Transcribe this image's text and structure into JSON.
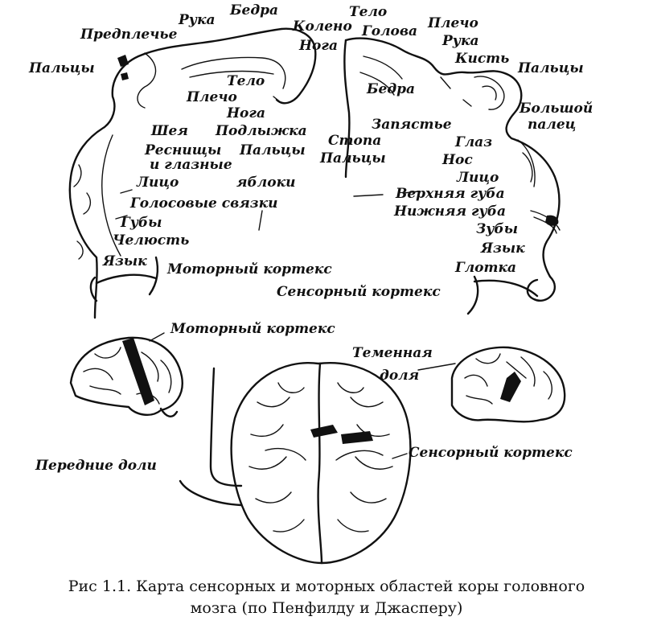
{
  "motor_labels": [
    "Рука",
    "Бедра",
    "Предплечье",
    "Колено",
    "Нога",
    "Пальцы",
    "Тело",
    "Плечо",
    "Нога",
    "Шея",
    "Подлыжка",
    "Реснищы",
    "и глазные",
    "Пальцы",
    "Лицо",
    "яблоки",
    "Голосовые связки",
    "Губы",
    "Челюсть",
    "Язык",
    "Моторный кортекс"
  ],
  "sensory_labels": [
    "Тело",
    "Голова",
    "Плечо",
    "Рука",
    "Кисть",
    "Пальцы",
    "Бедра",
    "Большой",
    "палец",
    "Запястье",
    "Стопа",
    "Пальцы",
    "Глаз",
    "Нос",
    "Лицо",
    "Верхняя губа",
    "Нижняя губа",
    "Зубы",
    "Язык",
    "Глотка",
    "Сенсорный кортекс"
  ],
  "brain_labels": [
    "Моторный кортекс",
    "Теменная",
    "доля",
    "Сенсорный кортекс",
    "Передние доли"
  ],
  "caption": {
    "line1": "Рис 1.1. Карта сенсорных и моторных областей коры головного",
    "line2": "мозга (по Пенфилду и Джасперу)"
  }
}
